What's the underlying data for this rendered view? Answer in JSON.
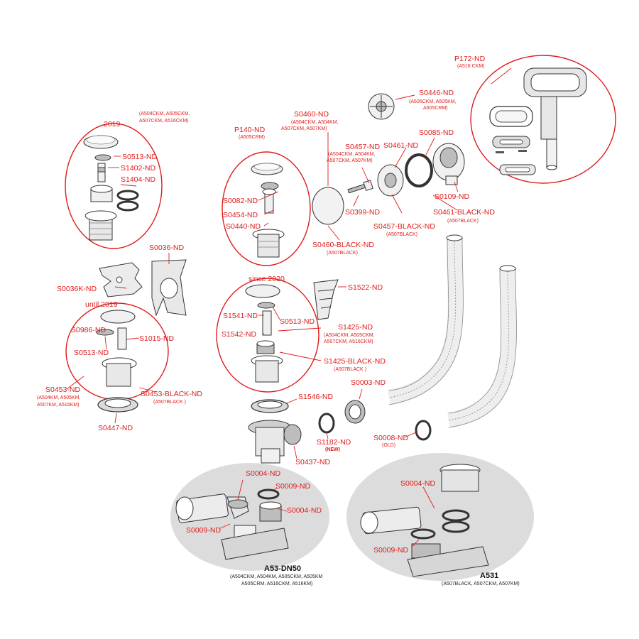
{
  "groups": {
    "g2019": "2019",
    "g2019_models": [
      "(A504CKM, A505CKM,",
      "A507CKM, A516CKM)"
    ],
    "since2020": "since 2020",
    "until2019": "until 2019"
  },
  "labels": {
    "p172": "P172-ND",
    "p172_models": "(A516 CKM)",
    "s0446": "S0446-ND",
    "s0446_models": [
      "(A505CKM, A505KM,",
      "A505CRM)"
    ],
    "s0460": "S0460-ND",
    "s0460_models": [
      "(A504CKM, A504KM,",
      "A507CKM, A507KM)"
    ],
    "s0085": "S0085-ND",
    "s0457": "S0457-ND",
    "s0457_models": [
      "(A504CKM, A504KM,",
      "A507CKM, A507KM)"
    ],
    "s0461": "S0461-ND",
    "p140": "P140-ND",
    "p140_models": "(A505CRM)",
    "s0513a": "S0513-ND",
    "s1402": "S1402-ND",
    "s1404": "S1404-ND",
    "s0082": "S0082-ND",
    "s0454": "S0454-ND",
    "s0440": "S0440-ND",
    "s0399": "S0399-ND",
    "s0109": "S0109-ND",
    "s0461b": "S0461-BLACK-ND",
    "s0461b_models": "(A507BLACK)",
    "s0457b": "S0457-BLACK-ND",
    "s0457b_models": "(A507BLACK)",
    "s0460b": "S0460-BLACK-ND",
    "s0460b_models": "(A507BLACK)",
    "s0036": "S0036-ND",
    "s0036k": "S0036K-ND",
    "s1522": "S1522-ND",
    "s1541": "S1541-ND",
    "s0513b": "S0513-ND",
    "s1425": "S1425-ND",
    "s1425_models": [
      "(A504CKM, A505CKM,",
      "A507CKM, A516CKM)"
    ],
    "s1542": "S1542-ND",
    "s1425b": "S1425-BLACK-ND",
    "s1425b_models": "(A507BLACK )",
    "s0986": "S0986-ND",
    "s1015": "S1015-ND",
    "s0513c": "S0513-ND",
    "s0453": "S0453-ND",
    "s0453_models": [
      "(A504KM, A505KM,",
      "A507KM, A516KM)"
    ],
    "s0453b": "S0453-BLACK-ND",
    "s0453b_models": "(A507BLACK )",
    "s0447": "S0447-ND",
    "s1546": "S1546-ND",
    "s0003": "S0003-ND",
    "s1182": "S1182-ND",
    "s1182_note": "(NEW)",
    "s0008": "S0008-ND",
    "s0008_note": "(OLD)",
    "s0437": "S0437-ND",
    "s0004a": "S0004-ND",
    "s0009a": "S0009-ND",
    "s0004b": "S0004-ND",
    "s0009b": "S0009-ND",
    "s0004c": "S0004-ND",
    "s0009c": "S0009-ND"
  },
  "products": {
    "a53": "A53-DN50",
    "a53_models": [
      "(A504CKM, A504KM, A505CKM, A505KM",
      "A505CRM, A516CKM, A516KM)"
    ],
    "a531": "A531",
    "a531_models": "(A507BLACK, A507CKM, A507KM)"
  },
  "colors": {
    "accent": "#e01b1b",
    "outline": "#333333",
    "shadow": "#dcdcdc"
  }
}
